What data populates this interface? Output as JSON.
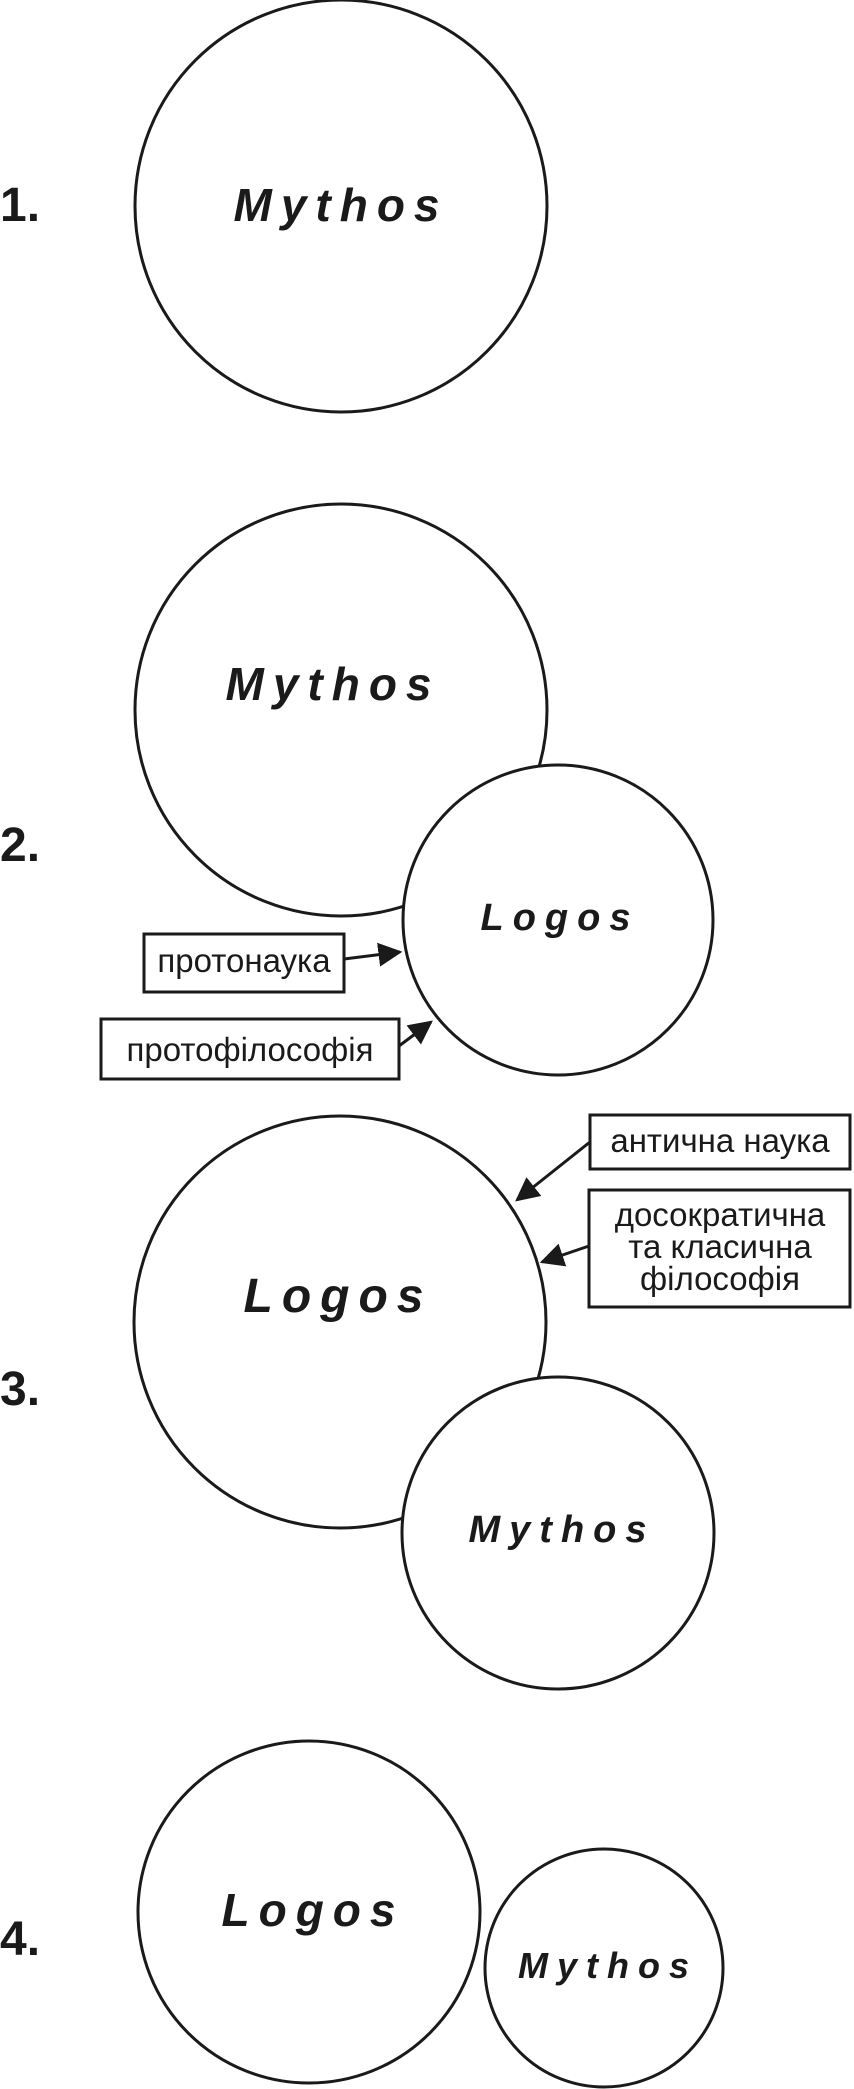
{
  "stages": [
    {
      "number": "1.",
      "circles": [
        {
          "label": "Mythos"
        }
      ]
    },
    {
      "number": "2.",
      "circles": [
        {
          "label": "Mythos"
        },
        {
          "label": "Logos"
        }
      ],
      "callouts": [
        {
          "label": "протонаука"
        },
        {
          "label": "протофілософія"
        }
      ]
    },
    {
      "number": "3.",
      "circles": [
        {
          "label": "Logos"
        },
        {
          "label": "Mythos"
        }
      ],
      "callouts": [
        {
          "label": "антична наука"
        },
        {
          "lines": [
            "досократична",
            "та класична",
            "філософія"
          ]
        }
      ]
    },
    {
      "number": "4.",
      "circles": [
        {
          "label": "Logos"
        },
        {
          "label": "Mythos"
        }
      ]
    }
  ]
}
